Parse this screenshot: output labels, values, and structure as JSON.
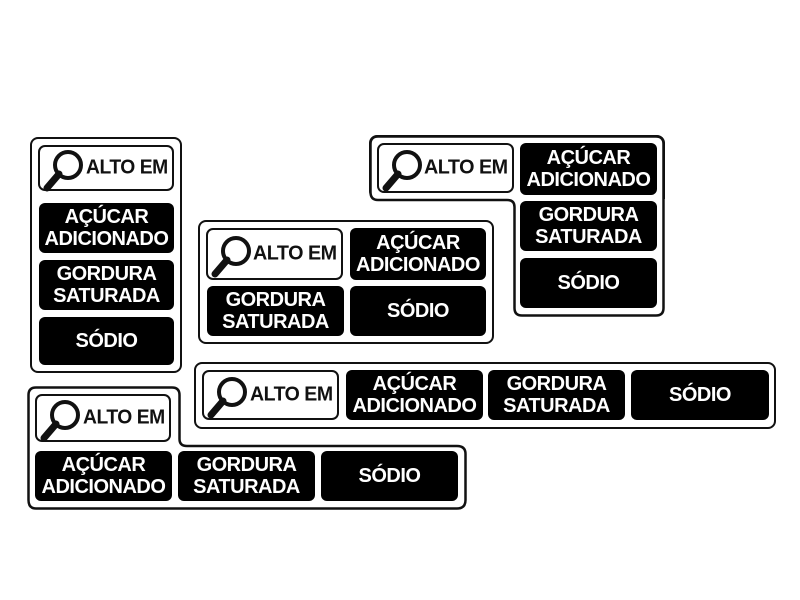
{
  "header_text": "ALTO EM",
  "nutrients": {
    "sugar": "AÇÚCAR\nADICIONADO",
    "fat": "GORDURA\nSATURADA",
    "sodium": "SÓDIO"
  },
  "icons": {
    "header_icon": "magnifying-glass-icon"
  },
  "colors": {
    "box_fill": "#000000",
    "box_text": "#ffffff",
    "outline": "#111111",
    "background": "#ffffff"
  }
}
